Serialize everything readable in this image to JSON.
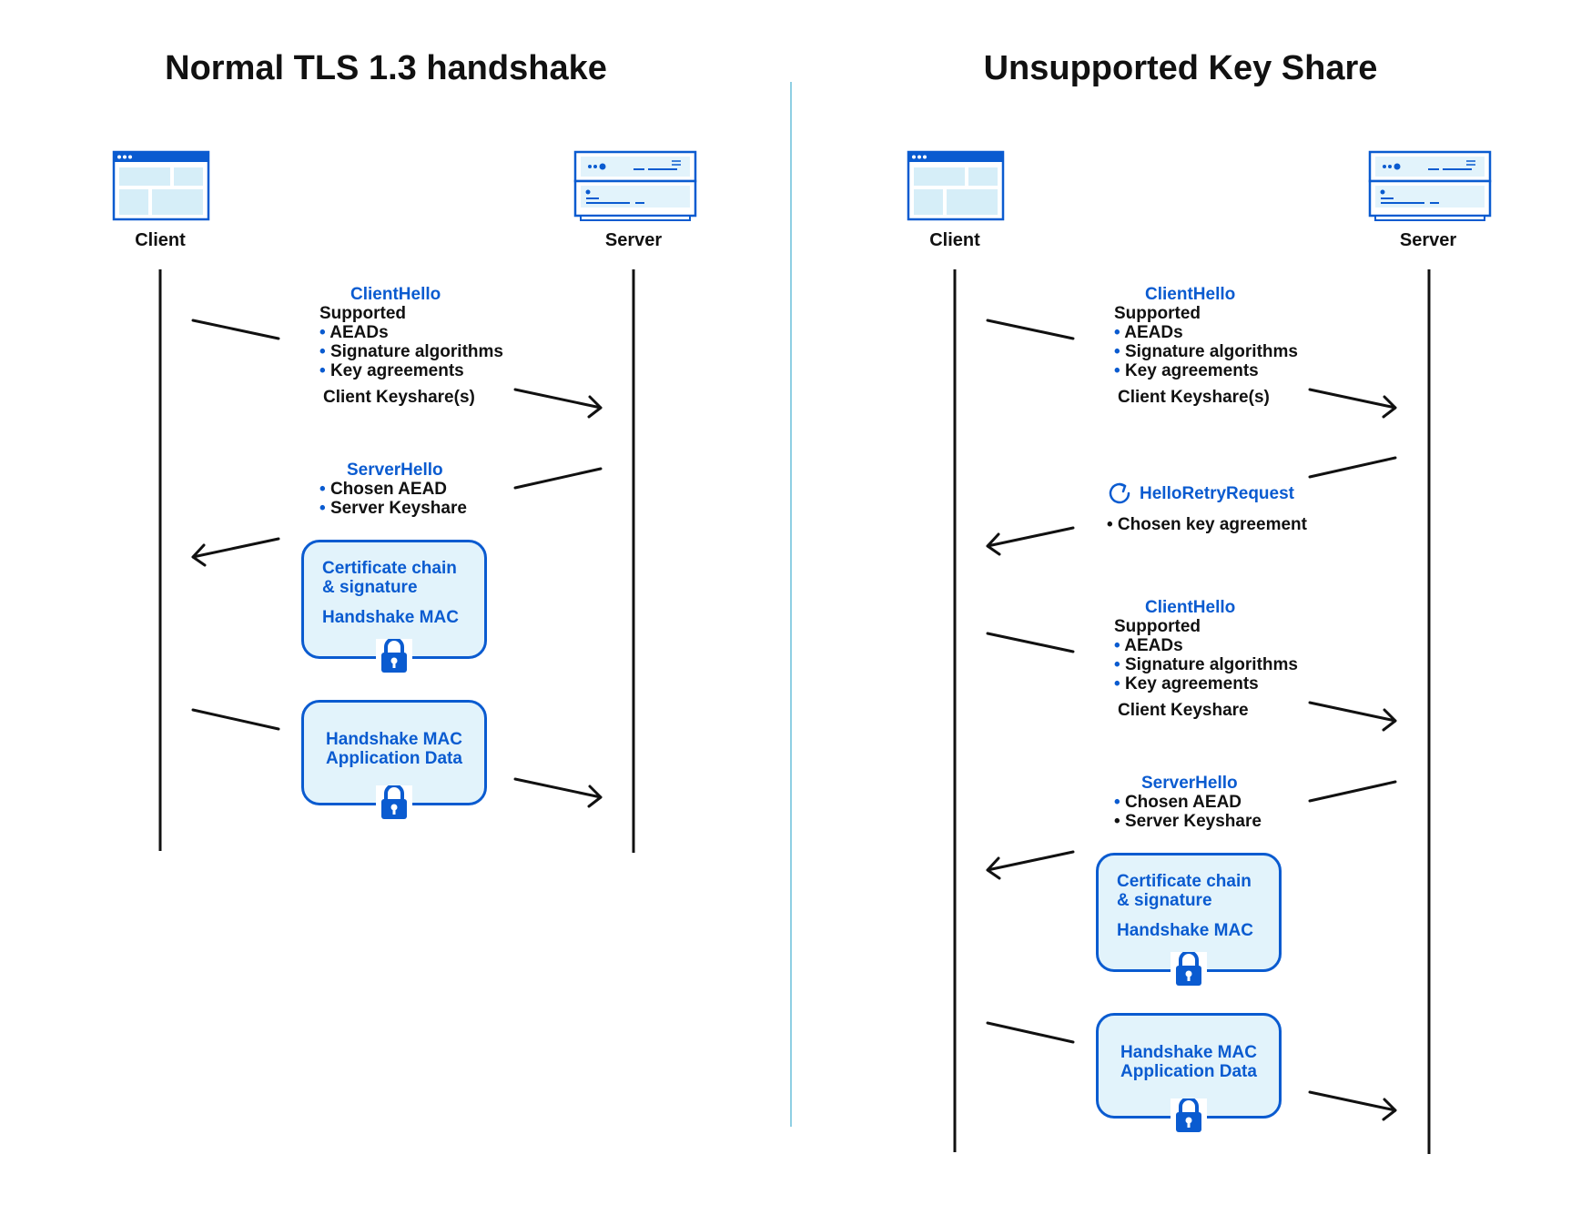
{
  "left_panel": {
    "title": "Normal TLS 1.3 handshake",
    "client_label": "Client",
    "server_label": "Server",
    "client_hello": {
      "title": "ClientHello",
      "heading": "Supported",
      "items": [
        "AEADs",
        "Signature algorithms",
        "Key agreements"
      ],
      "footer": "Client Keyshare(s)"
    },
    "server_hello": {
      "title": "ServerHello",
      "items": [
        "Chosen AEAD",
        "Server Keyshare"
      ]
    },
    "cert_box": {
      "line1": "Certificate chain",
      "line2": "& signature",
      "line3": "Handshake MAC"
    },
    "data_box": {
      "line1": "Handshake MAC",
      "line2": "Application Data"
    }
  },
  "right_panel": {
    "title": "Unsupported Key Share",
    "client_label": "Client",
    "server_label": "Server",
    "client_hello_1": {
      "title": "ClientHello",
      "heading": "Supported",
      "items": [
        "AEADs",
        "Signature algorithms",
        "Key agreements"
      ],
      "footer": "Client Keyshare(s)"
    },
    "retry": {
      "title": "HelloRetryRequest",
      "item": "• Chosen key agreement"
    },
    "client_hello_2": {
      "title": "ClientHello",
      "heading": "Supported",
      "items": [
        "AEADs",
        "Signature algorithms",
        "Key agreements"
      ],
      "footer": "Client Keyshare"
    },
    "server_hello": {
      "title": "ServerHello",
      "items": [
        "Chosen AEAD",
        "Server Keyshare"
      ]
    },
    "cert_box": {
      "line1": "Certificate chain",
      "line2": "& signature",
      "line3": "Handshake MAC"
    },
    "data_box": {
      "line1": "Handshake MAC",
      "line2": "Application Data"
    }
  },
  "colors": {
    "accent": "#0a5bd0",
    "box_fill": "#e2f3fb",
    "divider": "#8fcfe3",
    "text": "#111111"
  },
  "icons": [
    "browser-window-icon",
    "server-rack-icon",
    "padlock-icon",
    "retry-arrow-icon"
  ]
}
